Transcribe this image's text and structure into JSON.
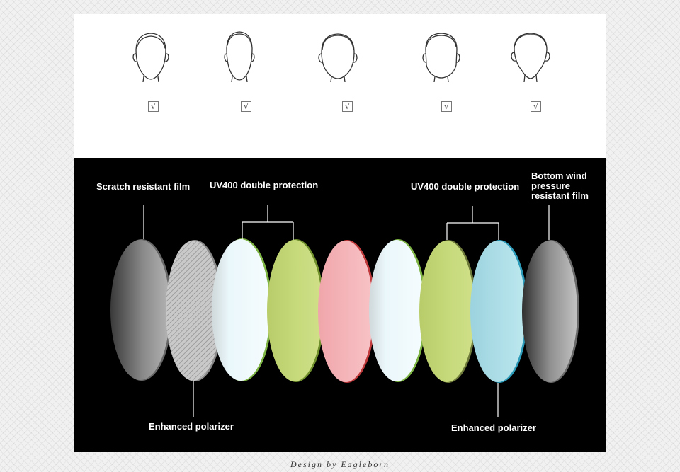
{
  "faces": {
    "items": [
      {
        "shape": "oval",
        "suitable": true,
        "check_mark": "√"
      },
      {
        "shape": "long",
        "suitable": true,
        "check_mark": "√"
      },
      {
        "shape": "round",
        "suitable": true,
        "check_mark": "√"
      },
      {
        "shape": "square",
        "suitable": true,
        "check_mark": "√"
      },
      {
        "shape": "heart",
        "suitable": true,
        "check_mark": "√"
      }
    ]
  },
  "lens_layers": {
    "labels": {
      "scratch_film": "Scratch resistant film",
      "uv_left": "UV400 double protection",
      "uv_right": "UV400 double protection",
      "bottom_film_line1": "Bottom wind",
      "bottom_film_line2": "pressure",
      "bottom_film_line3": "resistant film",
      "polarizer_left": "Enhanced polarizer",
      "polarizer_right": "Enhanced polarizer"
    },
    "layers": [
      {
        "name": "scratch-resistant-film",
        "fill": "#7a7a7a",
        "edge": "#8c8c8c"
      },
      {
        "name": "enhanced-polarizer",
        "fill": "#bdbdbd",
        "edge": "#999999"
      },
      {
        "name": "uv400-white",
        "fill": "#eaf7fb",
        "edge": "#7cb342"
      },
      {
        "name": "uv400-green",
        "fill": "#c6d97a",
        "edge": "#7a9a30"
      },
      {
        "name": "pink-layer",
        "fill": "#f4b9bd",
        "edge": "#c0393b"
      },
      {
        "name": "white-layer",
        "fill": "#eaf7fb",
        "edge": "#7cb342"
      },
      {
        "name": "uv400-green-2",
        "fill": "#c6d97a",
        "edge": "#6d7a3a"
      },
      {
        "name": "enhanced-polarizer-blue",
        "fill": "#ace0ea",
        "edge": "#2a9ab8"
      },
      {
        "name": "bottom-wind-film",
        "fill": "#7a7a7a",
        "edge": "#8c8c8c"
      }
    ]
  },
  "footer": {
    "credit": "Design by Eagleborn"
  }
}
